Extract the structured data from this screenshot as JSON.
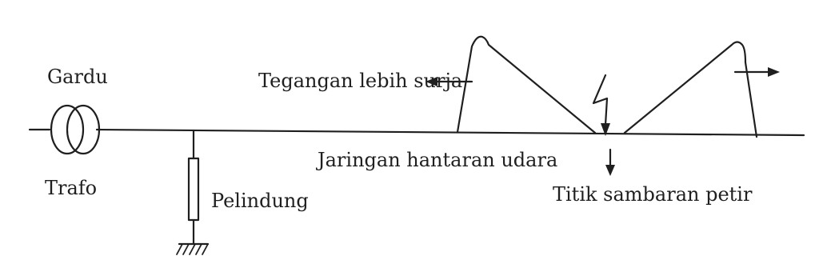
{
  "labels": {
    "gardu": "Gardu",
    "trafo": "Trafo",
    "pelindung": "Pelindung",
    "tegangan": "Tegangan lebih surja",
    "jaringan": "Jaringan hantaran udara",
    "titik": "Titik sambaran petir"
  }
}
